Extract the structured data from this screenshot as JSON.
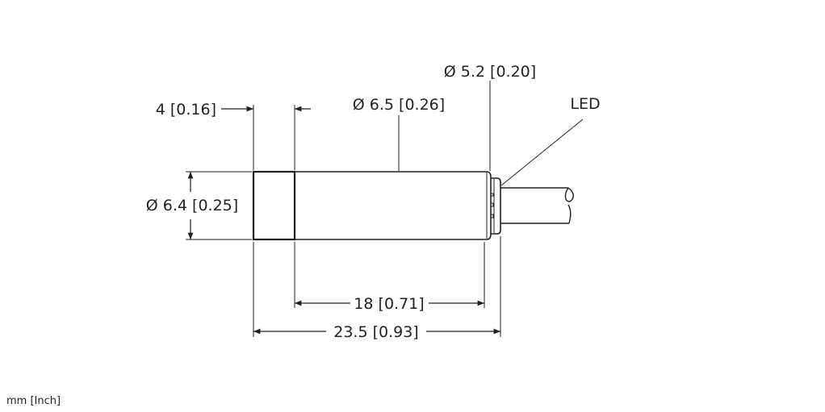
{
  "dimensions": {
    "front_length": "4 [0.16]",
    "body_diameter": "Ø 6.5 [0.26]",
    "nut_diameter": "Ø 5.2 [0.20]",
    "led_label": "LED",
    "front_diameter": "Ø 6.4 [0.25]",
    "body_length": "18 [0.71]",
    "total_length": "23.5 [0.93]"
  },
  "units_note": "mm [Inch]",
  "colors": {
    "line": "#231f20",
    "background": "#ffffff"
  }
}
